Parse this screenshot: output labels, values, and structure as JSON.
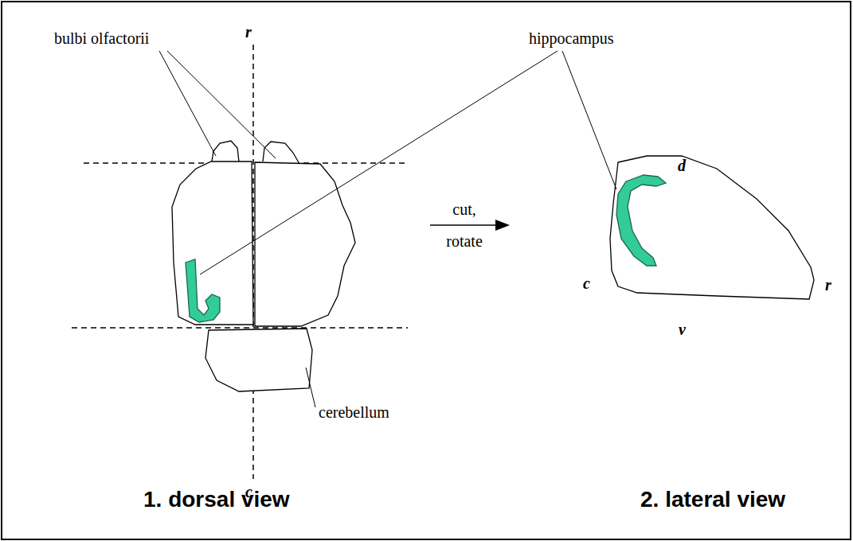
{
  "diagram": {
    "labels": [
      "bulbi olfactorii",
      "r",
      "hippocampus",
      "d",
      "cut, rotate",
      "c",
      "r",
      "v",
      "cerebellum",
      "c",
      "1. dorsal view",
      "2. lateral view"
    ]
  }
}
